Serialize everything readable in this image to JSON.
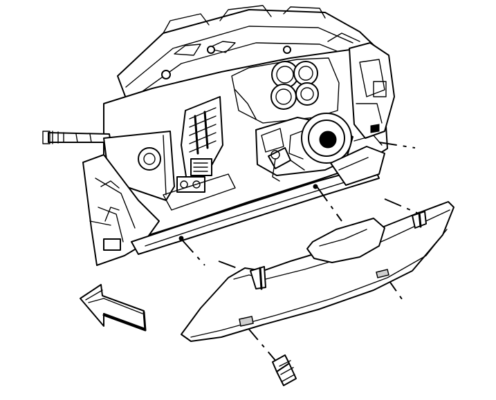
{
  "figure": {
    "kind": "exploded-view line illustration",
    "background": "#ffffff",
    "ink": "#000000"
  },
  "parts": [
    {
      "name": "instrument-panel-carrier",
      "icon": "instrument-panel-icon"
    },
    {
      "name": "lower-trim-panel",
      "icon": "trim-panel-icon"
    },
    {
      "name": "retaining-screw",
      "icon": "screw-icon"
    },
    {
      "name": "direction-arrow",
      "icon": "arrow-left-icon"
    }
  ]
}
